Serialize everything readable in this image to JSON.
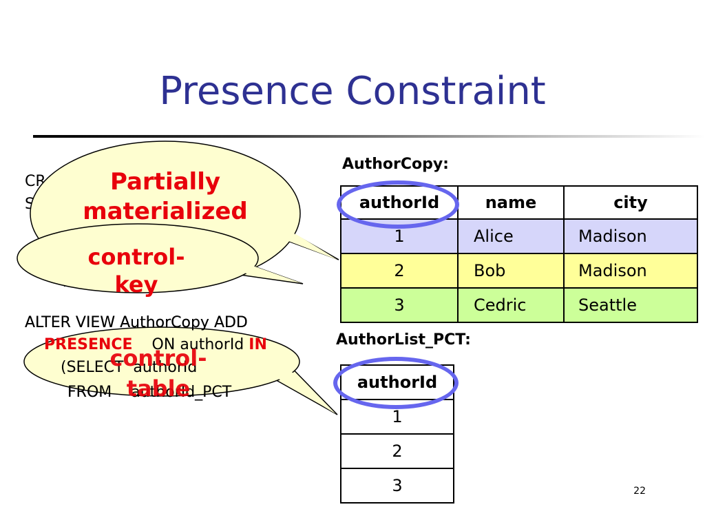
{
  "slide": {
    "title": "Presence Constraint",
    "page_number": "22"
  },
  "sql": {
    "line1": "CR",
    "line2": "S",
    "line3": "(",
    "alter_line": "ALTER VIEW AuthorCopy ADD",
    "presence_kw": "PRESENCE",
    "on_text": "ON authorId",
    "in_kw": "IN",
    "select_line": "(SELECT  authorId",
    "from_line": "FROM    authorId_PCT"
  },
  "callouts": {
    "partial": "Partially materialized",
    "control_key": "control-key",
    "control_table": "control-table"
  },
  "author_copy": {
    "label": "AuthorCopy:",
    "headers": [
      "authorId",
      "name",
      "city"
    ],
    "rows": [
      [
        "1",
        "Alice",
        "Madison"
      ],
      [
        "2",
        "Bob",
        "Madison"
      ],
      [
        "3",
        "Cedric",
        "Seattle"
      ]
    ]
  },
  "author_list_pct": {
    "label": "AuthorList_PCT:",
    "header": "authorId",
    "rows": [
      "1",
      "2",
      "3"
    ]
  },
  "colors": {
    "title": "#2e3192",
    "keyword": "#e8000b",
    "bubble_fill": "#fefed0",
    "ring": "#6666ee",
    "row1": "#d6d6fa",
    "row2": "#ffff99",
    "row3": "#ccff99"
  }
}
